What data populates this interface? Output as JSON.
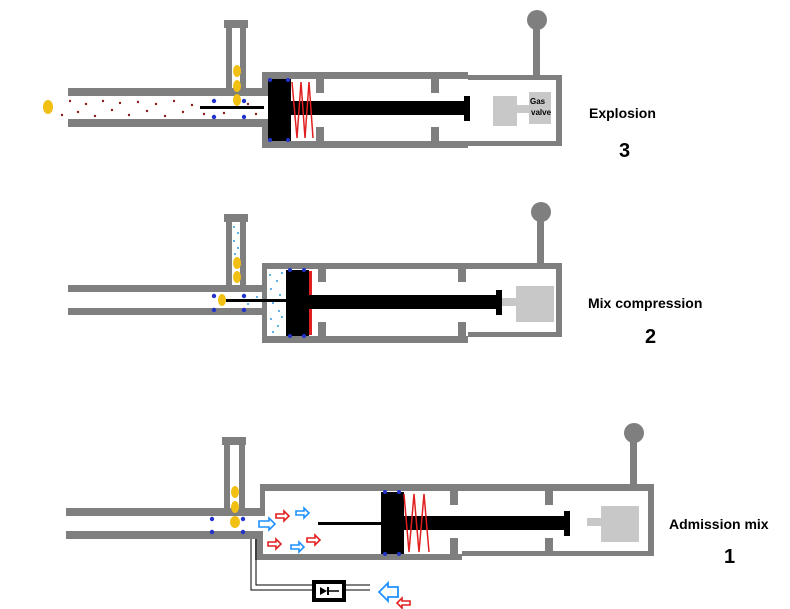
{
  "stages": [
    {
      "id": "explosion",
      "title": "Explosion",
      "number": "3"
    },
    {
      "id": "compression",
      "title": "Mix compression",
      "number": "2"
    },
    {
      "id": "admission",
      "title": "Admission mix",
      "number": "1"
    }
  ],
  "gas_valve_label": {
    "line1": "Gas",
    "line2": "valve"
  },
  "colors": {
    "frame": "#7f7f7f",
    "piston": "#000000",
    "spring": "#e02020",
    "flame": "#f2c012",
    "fuel_dot": "#8b1a1a",
    "mist": "#5fb3e6",
    "seal": "#2233cc",
    "inflow_red": "#e02020",
    "inflow_blue": "#1e90ff",
    "valve_block": "#c8c8c8"
  }
}
